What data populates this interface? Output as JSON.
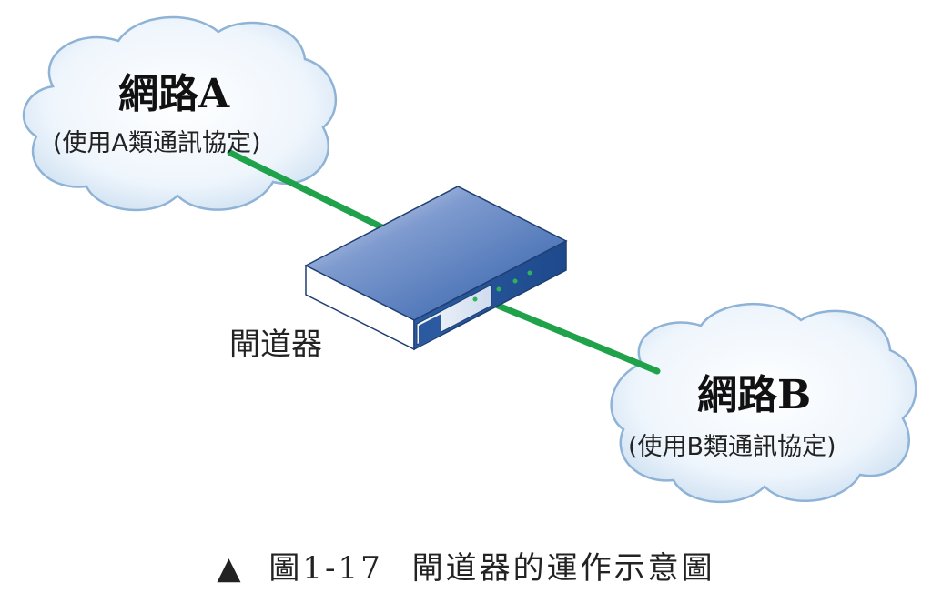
{
  "network_a": {
    "title": "網路A",
    "subtitle": "(使用A類通訊協定)"
  },
  "network_b": {
    "title": "網路B",
    "subtitle": "(使用B類通訊協定)"
  },
  "gateway": {
    "label": "閘道器"
  },
  "caption": {
    "marker": "▲",
    "figure_number": "圖1-17",
    "text": "閘道器的運作示意圖"
  },
  "colors": {
    "link": "#1fa24a",
    "cloud_fill": "#eaf3fb",
    "cloud_stroke": "#7ea9cf",
    "device_top": "#3f6fb6",
    "device_side": "#2c5aa0",
    "device_front": "#e6eef8"
  }
}
